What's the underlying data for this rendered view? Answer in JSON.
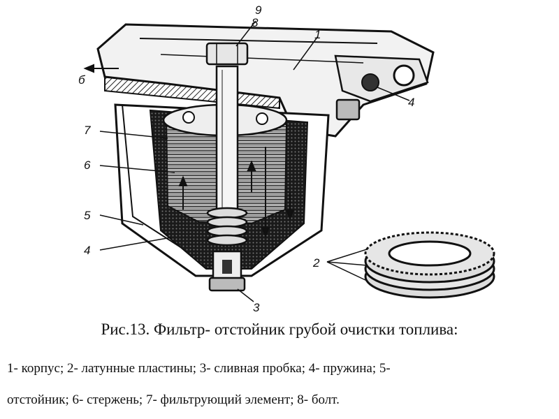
{
  "figure": {
    "labels": {
      "l1": "1",
      "l2": "2",
      "l3": "3",
      "l4": "4",
      "l4b": "4",
      "l5": "5",
      "l6": "6",
      "l6b": "б",
      "l7": "7",
      "l8": "8",
      "l9": "9"
    }
  },
  "caption": "Рис.13. Фильтр-  отстойник грубой очистки топлива:",
  "legend": {
    "line1": "1- корпус; 2- латунные пластины; 3- сливная пробка; 4- пружина; 5-",
    "line2": "отстойник; 6- стержень; 7- фильтрующий элемент; 8- болт."
  }
}
